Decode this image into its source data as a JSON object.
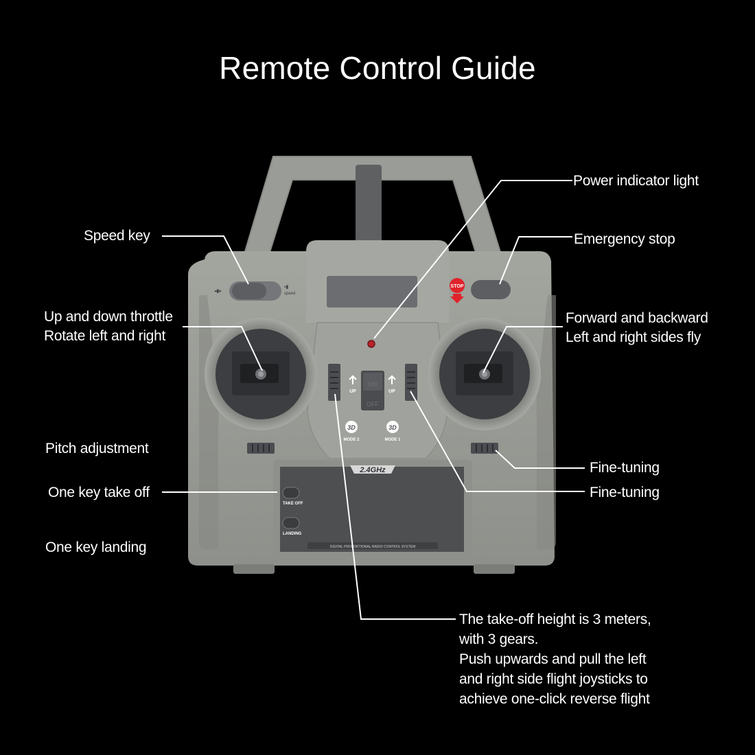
{
  "title": "Remote Control Guide",
  "labels": {
    "power_indicator": "Power indicator light",
    "speed_key": "Speed key",
    "emergency_stop": "Emergency stop",
    "throttle_line1": "Up and down throttle",
    "throttle_line2": "Rotate left and right",
    "forward_line1": "Forward and backward",
    "forward_line2": "Left and right sides fly",
    "pitch": "Pitch adjustment",
    "fine_tuning_1": "Fine-tuning",
    "fine_tuning_2": "Fine-tuning",
    "take_off": "One key take off",
    "landing": "One key  landing"
  },
  "note": [
    "The take-off height is 3 meters,",
    "with 3 gears.",
    "Push upwards and pull the left",
    "and right side flight joysticks to",
    "achieve one-click reverse flight"
  ],
  "device": {
    "band": "2.4GHz",
    "takeoff_label": "TAKE OFF",
    "landing_label": "LANDING",
    "panel_caption": "DIGITAL PROPORTIONAL RADIO CONTROL SYSTEM",
    "stop_badge": "STOP",
    "on": "ON",
    "off": "OFF",
    "up_left": "UP",
    "up_right": "UP",
    "mode2": "MODE 2",
    "mode1": "MODE 1",
    "mode_badge": "3D",
    "speed_small": "speed",
    "colors": {
      "body": "#9b9d98",
      "body_dark": "#7f817d",
      "panel": "#4d4f50",
      "stop_red": "#e0232b"
    }
  }
}
